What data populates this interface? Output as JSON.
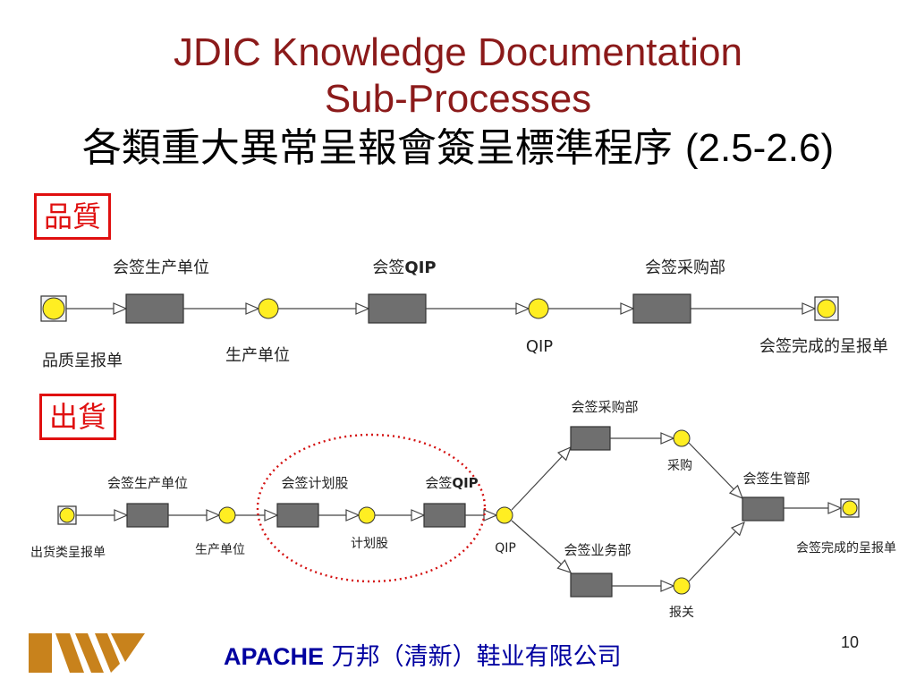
{
  "title": {
    "line1": "JDIC Knowledge Documentation",
    "line2": "Sub-Processes",
    "line3_zh": "各類重大異常呈報會簽呈標準程序",
    "line3_code": "(2.5-2.6)"
  },
  "quality_section": {
    "tag": "品質",
    "tasks": [
      "会签生产单位",
      "会签",
      "会签采购部"
    ],
    "task2_bold": "QIP",
    "nodes": [
      "品质呈报单",
      "生产单位",
      "QIP",
      "会签完成的呈报单"
    ]
  },
  "shipping_section": {
    "tag": "出貨",
    "tasks": [
      "会签生产单位",
      "会签计划股",
      "会签",
      "会签采购部",
      "会签业务部",
      "会签生管部"
    ],
    "task3_bold": "QIP",
    "nodes": [
      "出货类呈报单",
      "生产单位",
      "计划股",
      "QIP",
      "采购",
      "报关",
      "会签完成的呈报单"
    ]
  },
  "footer": {
    "company_latin": "APACHE",
    "company_zh": " 万邦（清新）鞋业有限公司",
    "page_number": "10"
  },
  "colors": {
    "title": "#8b1a1a",
    "tag_border": "#e01010",
    "node_fill": "#ffee22",
    "task_fill": "#6f6f6f",
    "dotted_ellipse": "#d41010",
    "footer_text": "#0000a0",
    "logo": "#c8821c"
  }
}
